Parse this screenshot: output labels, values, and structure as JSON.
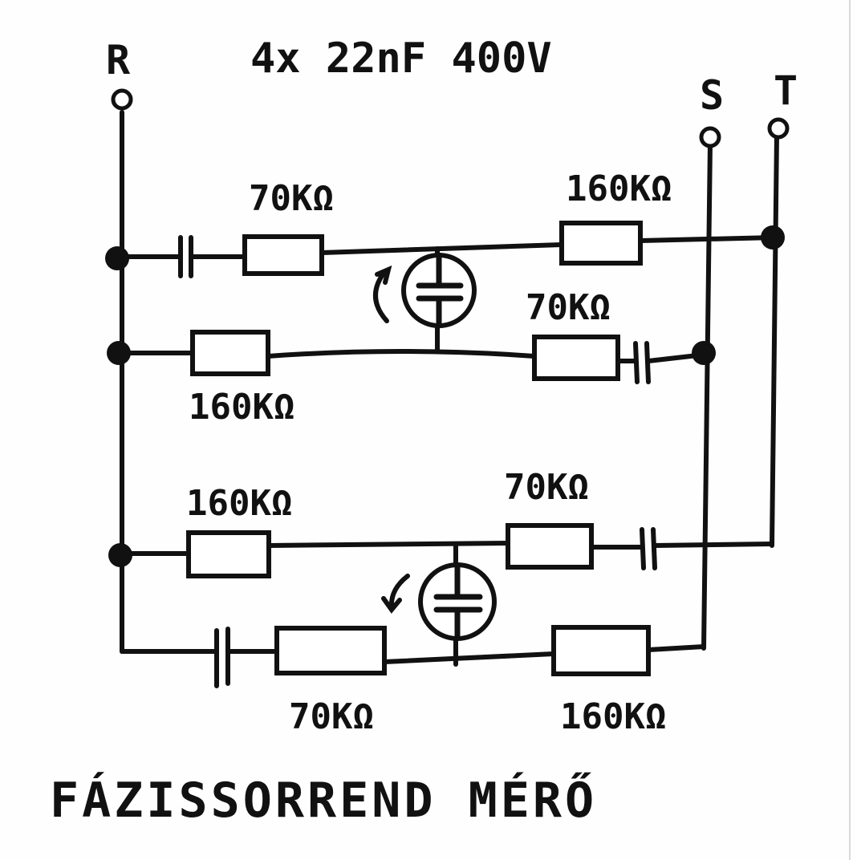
{
  "header": {
    "caption": "4x 22nF 400V"
  },
  "terminals": {
    "r": "R",
    "s": "S",
    "t": "T"
  },
  "resistors": {
    "row1_left": "70KΩ",
    "row1_right": "160KΩ",
    "row2_left": "160KΩ",
    "row2_right": "70KΩ",
    "row3_left": "160KΩ",
    "row3_right": "70KΩ",
    "row4_left": "70KΩ",
    "row4_right": "160KΩ"
  },
  "footer": {
    "title": "FÁZISSORREND MÉRŐ"
  },
  "colors": {
    "ink": "#111111",
    "paper": "#fefefe"
  }
}
